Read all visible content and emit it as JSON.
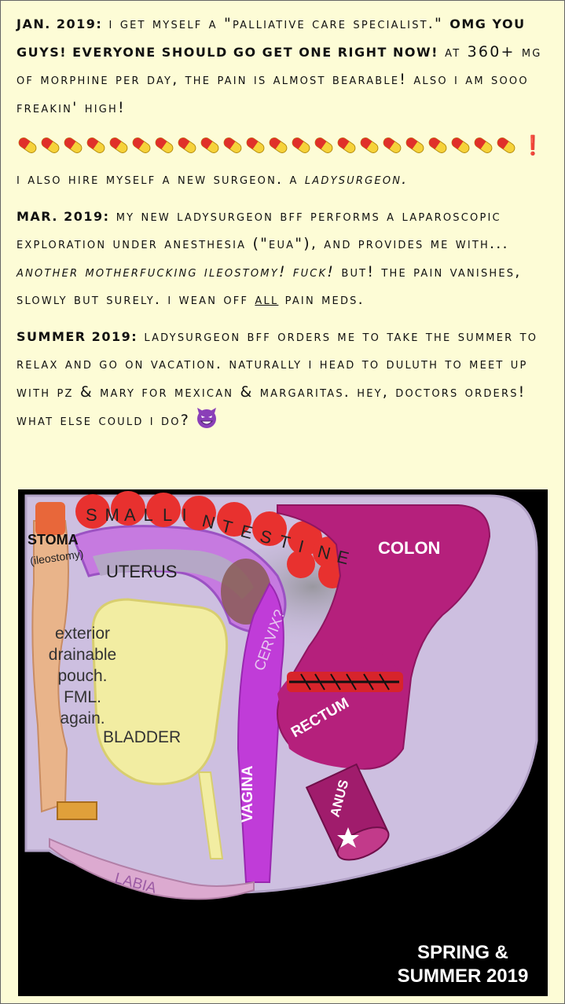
{
  "paragraphs": {
    "jan_lead": "Jan. 2019:",
    "jan_body": " I get myself a \"palliative care specialist.\" ",
    "jan_emph": "OMG you guys! Everyone should go get one right now!",
    "jan_body2": " At 360+ mg of morphine per day, the pain is almost bearable! Also I am sooo freakin' high!",
    "pill_icon": "pill-emoji",
    "pill_count": 22,
    "pill_exclaim": "❗",
    "surgeon_body": "I also hire myself a new surgeon. A ",
    "surgeon_emph": "ladysurgeon.",
    "mar_lead": "Mar. 2019:",
    "mar_body": " My new ladysurgeon BFF performs a laparoscopic exploration under anesthesia (\"EUA\"), and provides me with... ",
    "mar_emph": "another motherfucking ileostomy! Fuck!",
    "mar_body2": " But! The pain vanishes, slowly but surely. I wean off ",
    "mar_under": "all",
    "mar_body3": " pain meds.",
    "summer_lead": "Summer 2019:",
    "summer_body": " Ladysurgeon BFF orders me to take the summer to relax and go on vacation. Naturally I head to Duluth to meet up with PZ & Mary for Mexican & margaritas. Hey, doctors orders! What else could I do?",
    "devil_icon": "smiling-devil-emoji"
  },
  "diagram": {
    "small_intestine_letters": [
      "S",
      "M",
      "A",
      "L",
      "L",
      "I",
      "N",
      "T",
      "E",
      "S",
      "T",
      "I",
      "N",
      "E"
    ],
    "stoma": "STOMA",
    "ileostomy": "(ileostomy)",
    "colon": "COLON",
    "uterus": "UTERUS",
    "cervix": "CERVIX?",
    "pouch_lines": [
      "exterior",
      "drainable",
      "pouch.",
      "FML.",
      "again."
    ],
    "bladder": "BLADDER",
    "vagina": "VAGINA",
    "rectum": "RECTUM",
    "anus": "ANUS",
    "labia": "LABIA",
    "caption_line1": "SPRING &",
    "caption_line2": "SUMMER 2019"
  },
  "colors": {
    "page_bg": "#fdfcd6",
    "colon": "#b5207c",
    "small_intestine": "#e8312f",
    "uterus": "#c67ae0",
    "vagina": "#c03cd8",
    "bladder": "#f2eda2",
    "pouch": "#e9b48a",
    "labia": "#dcaad0",
    "body_bg": "#cdbfe0"
  }
}
